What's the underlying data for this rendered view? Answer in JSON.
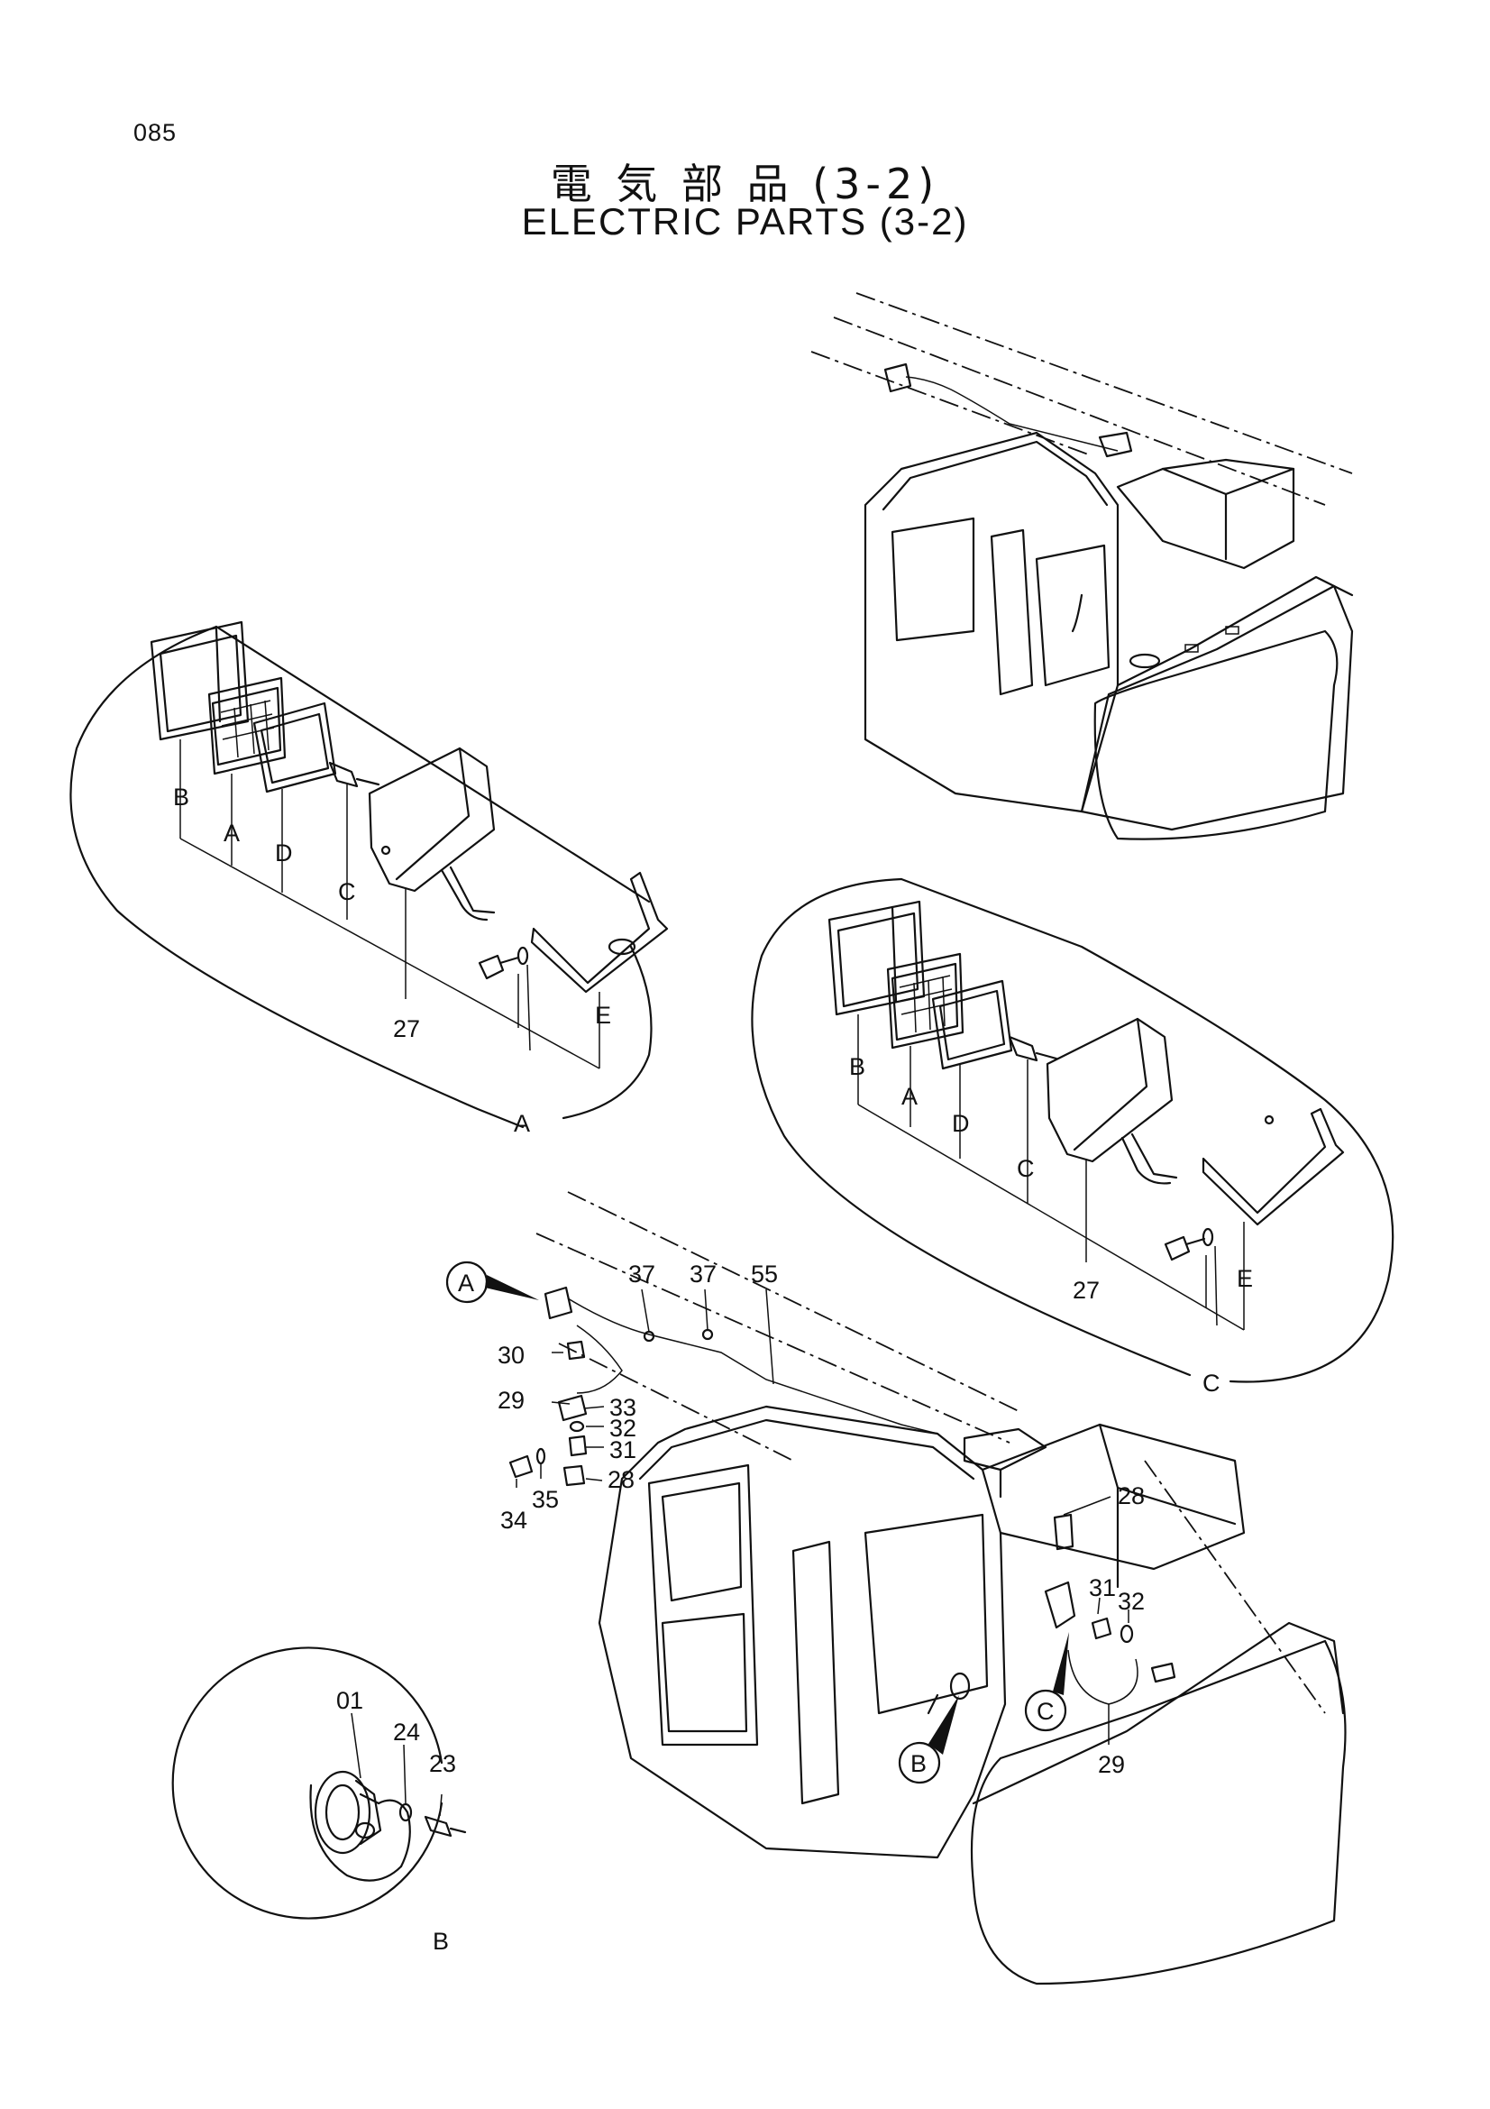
{
  "page_number": "085",
  "title_jp": "電 気 部 品 (3-2)",
  "title_en": "ELECTRIC PARTS (3-2)",
  "detail_views": {
    "A": {
      "callout": "A",
      "sub_labels": [
        "B",
        "A",
        "D",
        "C",
        "E"
      ],
      "part_numbers": [
        "27"
      ]
    },
    "C": {
      "callout": "C",
      "sub_labels": [
        "B",
        "A",
        "D",
        "C",
        "E"
      ],
      "part_numbers": [
        "27"
      ]
    },
    "B": {
      "callout": "B",
      "part_numbers": [
        "01",
        "24",
        "23"
      ]
    }
  },
  "main_view": {
    "markers": [
      "A",
      "B",
      "C"
    ],
    "part_numbers": [
      "37",
      "37",
      "55",
      "30",
      "29",
      "33",
      "32",
      "31",
      "28",
      "34",
      "35",
      "28",
      "31",
      "32",
      "29"
    ]
  }
}
